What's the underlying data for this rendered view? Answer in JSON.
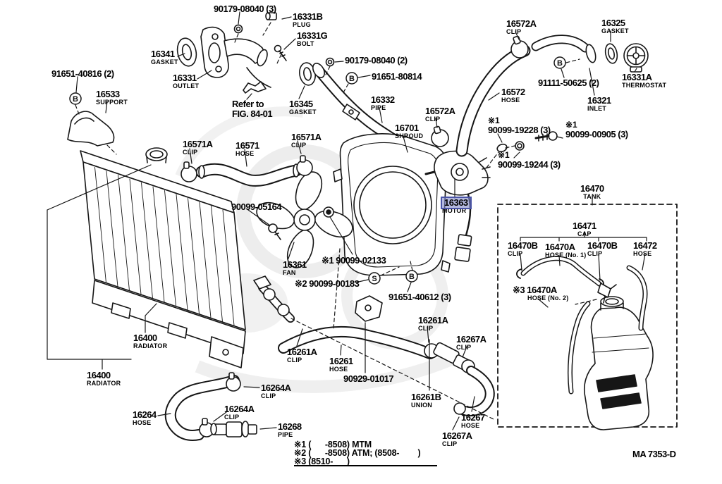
{
  "figure": {
    "code": "MA 7353-D"
  },
  "highlight": {
    "fill": "rgba(128,136,200,0.6)",
    "border": "#4a54a6",
    "part": "16363"
  },
  "callouts": [
    "B",
    "B",
    "B",
    "S",
    "B"
  ],
  "notes": {
    "line1": "※1 (      -8508) MTM",
    "line2": "※2 (      -8508) ATM; (8508-        )",
    "line3": "※3 (8510-      )"
  },
  "labels": {
    "b90179_3": {
      "num": "90179-08040 (3)"
    },
    "p16331B": {
      "num": "16331B",
      "name": "PLUG"
    },
    "p16331G": {
      "num": "16331G",
      "name": "BOLT"
    },
    "p16341": {
      "num": "16341",
      "name": "GASKET"
    },
    "p16331": {
      "num": "16331",
      "name": "OUTLET"
    },
    "b91651_40816": {
      "num": "91651-40816 (2)"
    },
    "p16533": {
      "num": "16533",
      "name": "SUPPORT"
    },
    "refer": {
      "num": "Refer to",
      "name": "FIG. 84-01"
    },
    "p16345": {
      "num": "16345",
      "name": "GASKET"
    },
    "b90179_2": {
      "num": "90179-08040 (2)"
    },
    "b91651_80814": {
      "num": "91651-80814"
    },
    "p16332": {
      "num": "16332",
      "name": "PIPE"
    },
    "p16701": {
      "num": "16701",
      "name": "SHROUD"
    },
    "p16572A_m": {
      "num": "16572A",
      "name": "CLIP"
    },
    "p16572A_t": {
      "num": "16572A",
      "name": "CLIP"
    },
    "p16325": {
      "num": "16325",
      "name": "GASKET"
    },
    "p16331A": {
      "num": "16331A",
      "name": "THERMOSTAT"
    },
    "b91111": {
      "num": "91111-50625 (2)"
    },
    "p16572": {
      "num": "16572",
      "name": "HOSE"
    },
    "p16321": {
      "num": "16321",
      "name": "INLET"
    },
    "b19228": {
      "mk": "※1",
      "num": "90099-19228 (3)"
    },
    "b00905": {
      "mk": "※1",
      "num": "90099-00905 (3)"
    },
    "b19244": {
      "mk": "※1",
      "num": "90099-19244 (3)"
    },
    "p16571A_L": {
      "num": "16571A",
      "name": "CLIP"
    },
    "p16571": {
      "num": "16571",
      "name": "HOSE"
    },
    "p16571A_R": {
      "num": "16571A",
      "name": "CLIP"
    },
    "b05164": {
      "num": "90099-05164"
    },
    "p16361": {
      "num": "16361",
      "name": "FAN"
    },
    "p16363": {
      "num": "16363",
      "name": "MOTOR"
    },
    "b02133": {
      "num": "※1 90099-02133"
    },
    "b00183": {
      "num": "※2 90099-00183"
    },
    "b40612": {
      "num": "91651-40612 (3)"
    },
    "p16470": {
      "num": "16470",
      "name": "TANK"
    },
    "p16471": {
      "num": "16471",
      "name": "CAP"
    },
    "p16470B_L": {
      "num": "16470B",
      "name": "CLIP"
    },
    "p16470A_1": {
      "num": "16470A",
      "name": "HOSE (No. 1)"
    },
    "p16470B_R": {
      "num": "16470B",
      "name": "CLIP"
    },
    "p16472": {
      "num": "16472",
      "name": "HOSE"
    },
    "p16470A_2": {
      "num": "※3 16470A",
      "name": "HOSE (No. 2)"
    },
    "p16400_a": {
      "num": "16400",
      "name": "RADIATOR"
    },
    "p16400_b": {
      "num": "16400",
      "name": "RADIATOR"
    },
    "p16264": {
      "num": "16264",
      "name": "HOSE"
    },
    "p16264A_a": {
      "num": "16264A",
      "name": "CLIP"
    },
    "p16264A_b": {
      "num": "16264A",
      "name": "CLIP"
    },
    "p16268": {
      "num": "16268",
      "name": "PIPE"
    },
    "p16261A_L": {
      "num": "16261A",
      "name": "CLIP"
    },
    "p16261": {
      "num": "16261",
      "name": "HOSE"
    },
    "b90929": {
      "num": "90929-01017"
    },
    "p16261B": {
      "num": "16261B",
      "name": "UNION"
    },
    "p16261A_R": {
      "num": "16261A",
      "name": "CLIP"
    },
    "p16267A_a": {
      "num": "16267A",
      "name": "CLIP"
    },
    "p16267": {
      "num": "16267",
      "name": "HOSE"
    },
    "p16267A_b": {
      "num": "16267A",
      "name": "CLIP"
    }
  }
}
